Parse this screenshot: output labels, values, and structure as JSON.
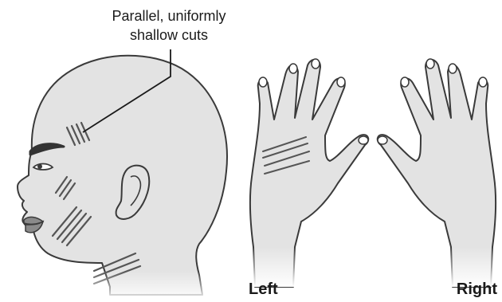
{
  "callout": {
    "line1": "Parallel, uniformly",
    "line2": "shallow cuts"
  },
  "labels": {
    "left_hand": "Left",
    "right_hand": "Right"
  },
  "colors": {
    "skin": "#e3e3e3",
    "outline": "#3a3a3a",
    "cut": "#555555",
    "eyebrow": "#333333",
    "lips": "#8a8a8a"
  }
}
